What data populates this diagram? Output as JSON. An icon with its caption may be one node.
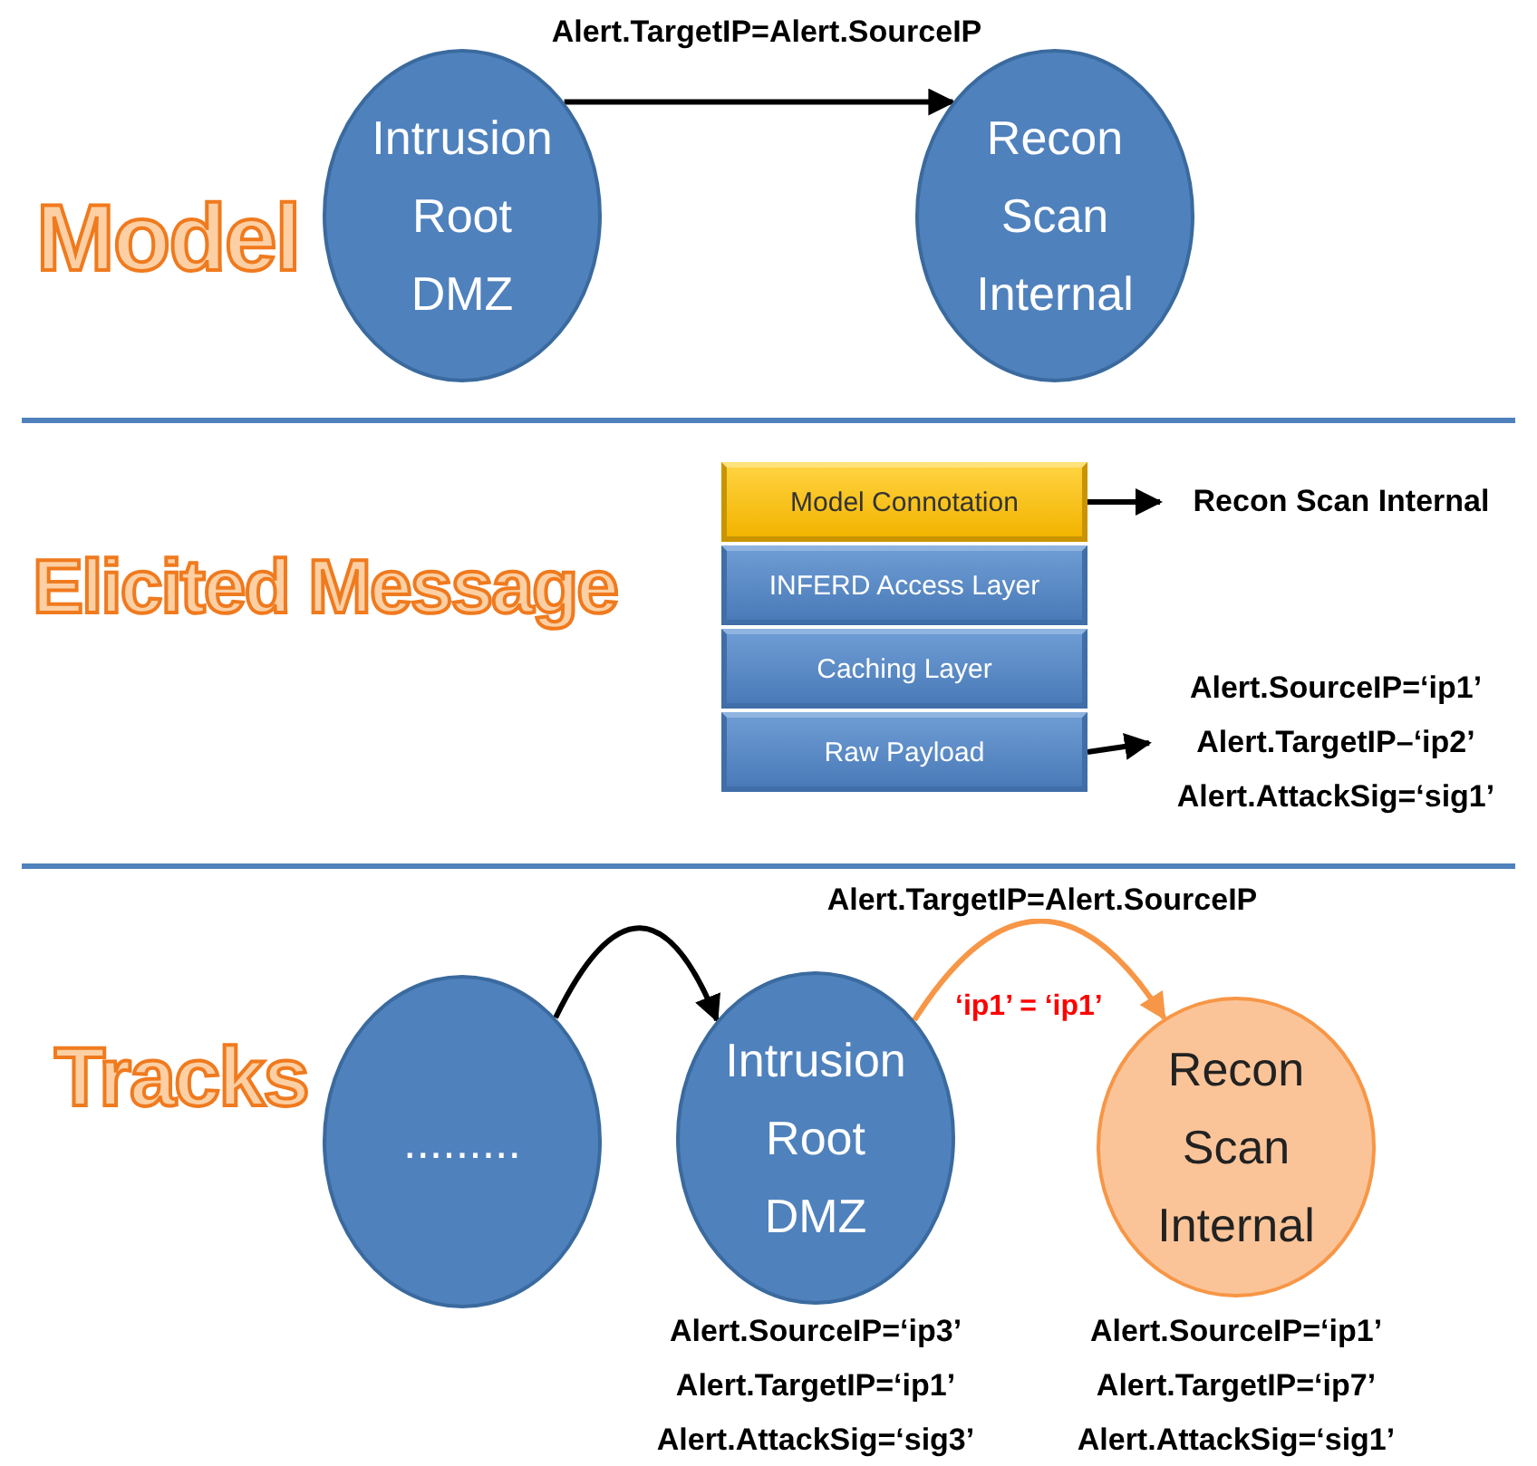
{
  "diagram": {
    "nodes": [
      {
        "text": [
          "Intrusion Root DMZ"
        ]
      },
      {
        "text": [
          "Recon Scan Internal"
        ]
      },
      {
        "text": [
          "Model Connotation"
        ]
      },
      {
        "text": [
          "INFERD Access Layer"
        ]
      },
      {
        "text": [
          "Caching Layer"
        ]
      },
      {
        "text": [
          "Raw Payload"
        ]
      },
      {
        "text": [
          "Recon Scan Internal"
        ]
      },
      {
        "text": [
          "Alert.SourceIP=‘ip1’",
          "Alert.TargetIP–‘ip2’",
          "Alert.AttackSig=‘sig1’"
        ]
      },
      {
        "text": [
          "........."
        ]
      },
      {
        "text": [
          "Intrusion Root DMZ"
        ],
        "beside": [
          "Alert.SourceIP=‘ip3’",
          "Alert.TargetIP=‘ip1’",
          "Alert.AttackSig=‘sig3’"
        ]
      },
      {
        "text": [
          "Recon Scan Internal"
        ],
        "beside": [
          "Alert.SourceIP=‘ip1’",
          "Alert.TargetIP=‘ip7’",
          "Alert.AttackSig=‘sig1’"
        ]
      }
    ],
    "edges": [
      {
        "from": 0,
        "to": 1,
        "arrow": "to",
        "label": "Alert.TargetIP=Alert.SourceIP"
      },
      {
        "from": 2,
        "to": 6,
        "arrow": "to"
      },
      {
        "from": 5,
        "to": 7,
        "arrow": "to"
      },
      {
        "from": 8,
        "to": 9,
        "arrow": "to"
      },
      {
        "from": 9,
        "to": 10,
        "arrow": "to",
        "label": "Alert.TargetIP=Alert.SourceIP",
        "color": "#f79646"
      }
    ],
    "labels": [
      "Model",
      "Elicited Message",
      "Tracks",
      "‘ip1’ = ‘ip1’"
    ]
  }
}
